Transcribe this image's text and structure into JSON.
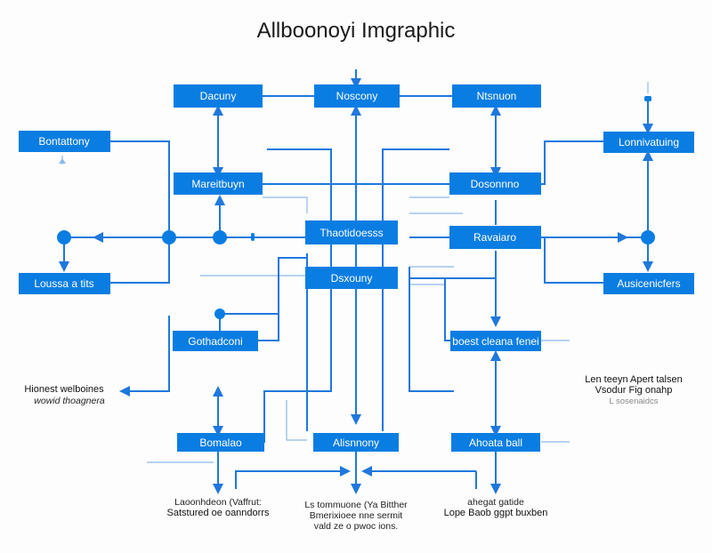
{
  "title": "Allboonoyi Imgraphic",
  "colors": {
    "box_fill": "#0a7de2",
    "connector": "#1f78dc",
    "text_dark": "#1a1a1a",
    "background": "#fdfdfd"
  },
  "boxes": {
    "top_left": "Dacuny",
    "top_center": "Noscony",
    "top_right": "Ntsnuon",
    "far_left_top": "Bontattony",
    "far_left_bottom": "Loussa a tits",
    "far_right_top": "Lonnivatuing",
    "far_right_bottom": "Ausicenicfers",
    "mid_left": "Mareitbuyn",
    "mid_right": "Dosonnno",
    "center_upper": "Thaotidoesss",
    "center_lower": "Dsxouny",
    "right_middle": "Ravaiaro",
    "left_lower": "Gothadconi",
    "right_lower": "boest cleana fenei",
    "bottom_left": "Bomalao",
    "bottom_center": "Alisnnony",
    "bottom_right": "Ahoata ball"
  },
  "notes": {
    "left": [
      "Hionest welboines",
      "wowid thoagnera"
    ],
    "right": [
      "Len teeyn Apert talsen",
      "Vsodur Fig onahp"
    ],
    "right_faint": "L sosenaidcs",
    "bottom_left": [
      "Laoonhdeon (Vaffrut:",
      "Satstured oe oanndorrs"
    ],
    "bottom_center": [
      "Ls tommuone (Ya Bitther",
      "Bmerixioee nne sermit",
      "vald ze o pwoc ions."
    ],
    "bottom_right": [
      "ahegat gatide",
      "Lope Baob ggpt buxben"
    ]
  }
}
